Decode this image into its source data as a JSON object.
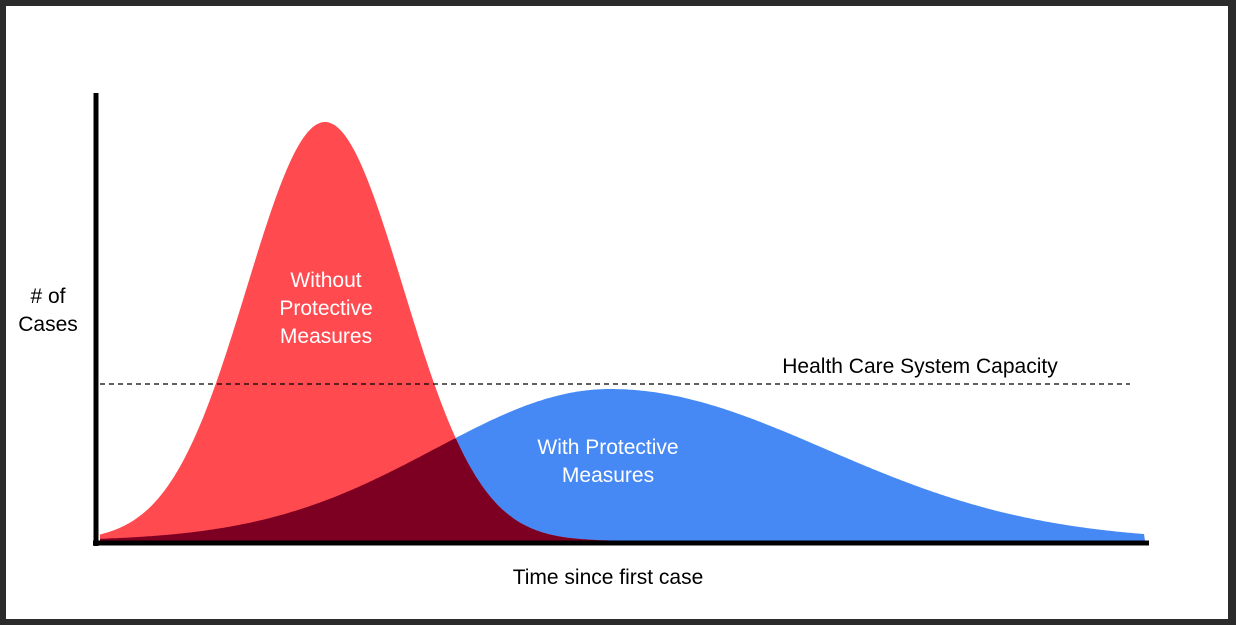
{
  "chart_data": {
    "type": "area",
    "title": "",
    "xlabel": "Time since first case",
    "ylabel": "# of\nCases",
    "grid": false,
    "legend": "none",
    "reference_line": {
      "label": "Health Care System Capacity",
      "style": "dashed",
      "color": "#000000"
    },
    "series": [
      {
        "name": "Without Protective Measures",
        "label_lines": [
          "Without",
          "Protective",
          "Measures"
        ],
        "color": "#ff4a50",
        "shape": "tall narrow early peak"
      },
      {
        "name": "With Protective Measures",
        "label_lines": [
          "With Protective",
          "Measures"
        ],
        "color": "#4689f5",
        "shape": "low wide later peak, below capacity"
      }
    ],
    "overlap_color": "#7d0022"
  }
}
